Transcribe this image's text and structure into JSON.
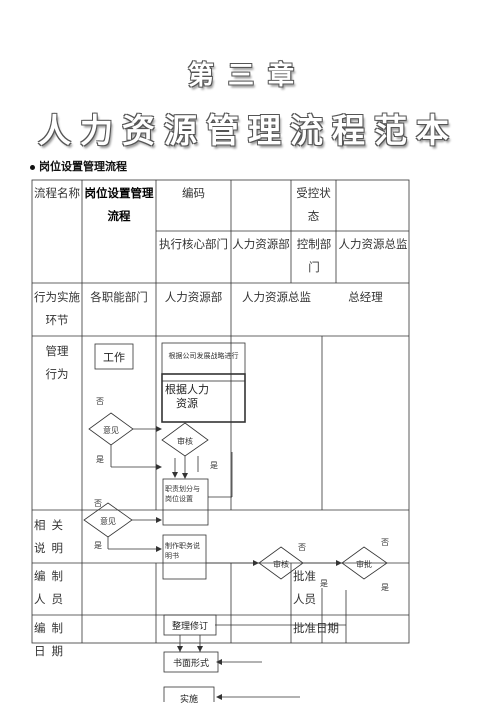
{
  "heading": {
    "chapter": "第三章",
    "title": "人力资源管理流程范本"
  },
  "section_title": "岗位设置管理流程",
  "table": {
    "flow_name_label": "流程名称",
    "flow_name_value": "岗位设置管理流程",
    "code_label": "编码",
    "controlled_label": "受控状态",
    "exec_dept_label": "执行核心部门",
    "exec_dept_value": "人力资源部",
    "control_dept_label": "控制部门",
    "control_dept_value": "人力资源总监",
    "actors_label": "行为实施环节",
    "actors": [
      "各职能部门",
      "人力资源部",
      "人力资源总监",
      "总经理"
    ],
    "mgmt_label": "管理行为",
    "notes_label": "相关说明",
    "author_label": "编制人员",
    "approver_label": "批准人员",
    "date_label": "编制日期",
    "approve_date_label": "批准日期"
  },
  "flowchart": {
    "work_box": "工作",
    "box_a": "根据公司发展战略进行",
    "box_a_overlay": "根据人力资源",
    "diamond_opinion_1": "意见",
    "diamond_review_1": "审核",
    "no_1": "否",
    "yes_1": "是",
    "yes_2": "是",
    "box_b": "职责划分与岗位设置",
    "no_2": "否",
    "diamond_opinion_2": "意见",
    "yes_3": "是",
    "box_c": "制作职务说明书",
    "diamond_review_2": "审核",
    "diamond_approve": "审批",
    "no_3": "否",
    "no_4": "否",
    "yes_4": "是",
    "yes_5": "是",
    "box_d": "整理修订",
    "box_e": "书面形式",
    "box_f": "实施"
  },
  "colors": {
    "line": "#333333",
    "text": "#333333"
  }
}
